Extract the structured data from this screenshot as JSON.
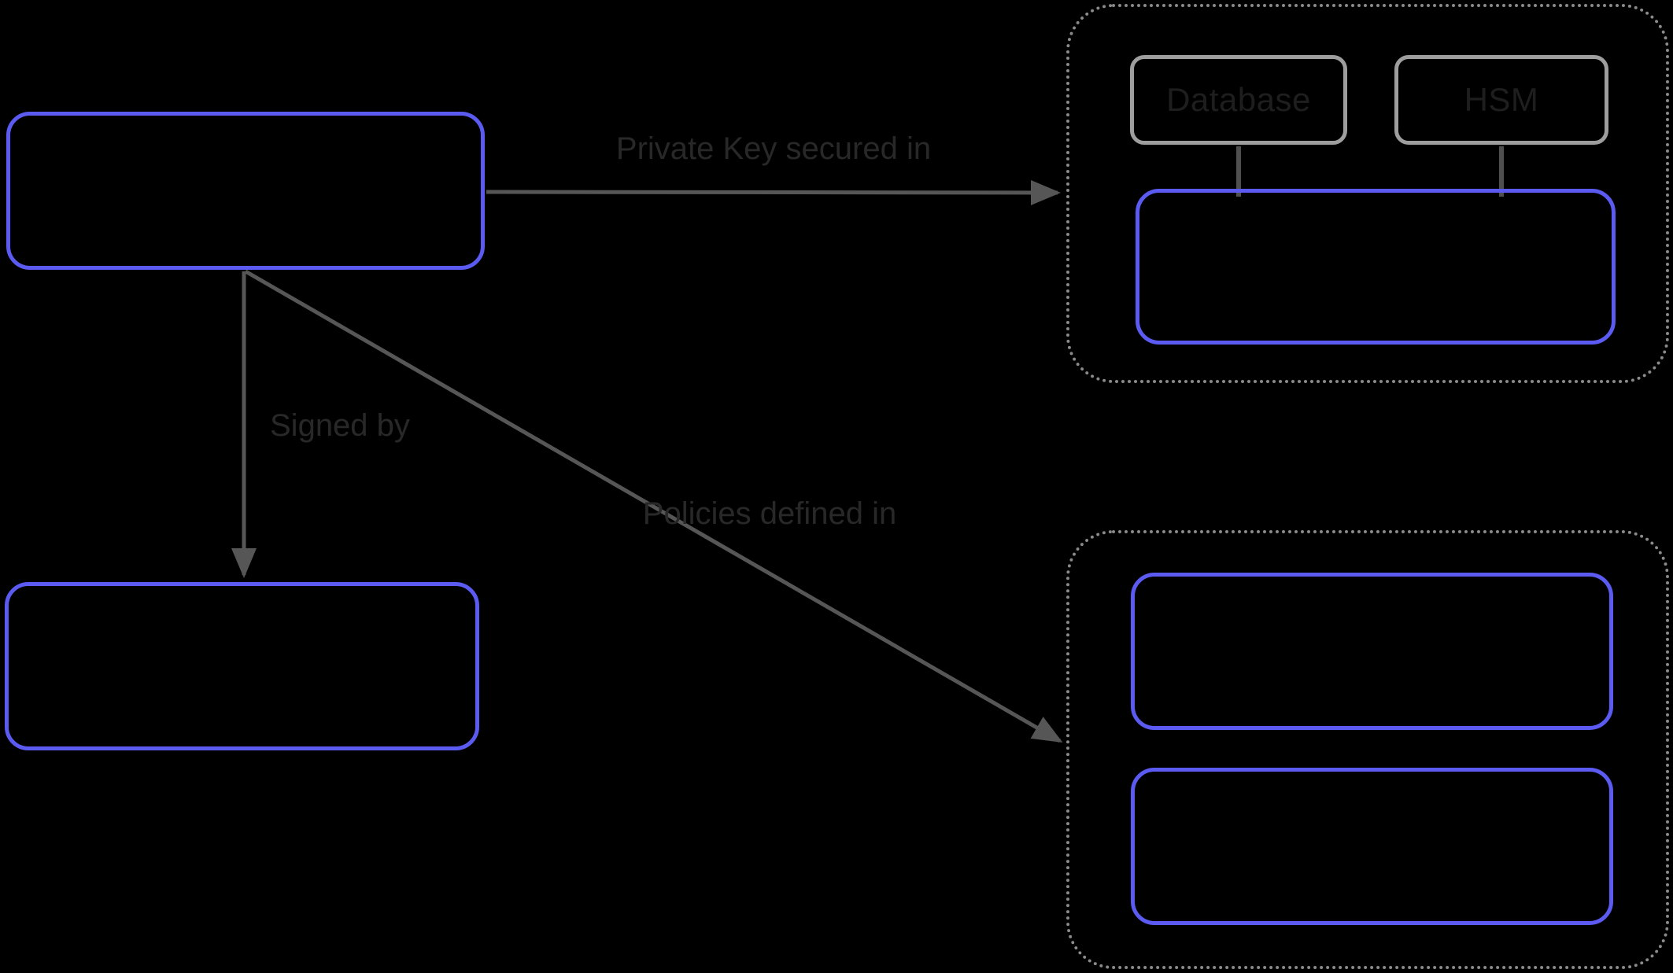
{
  "diagram": {
    "background_color": "#000000",
    "accent_blue": "#5b5bf2",
    "gray_node_border_color": "#9e9e9e",
    "dotted_container_border_color": "#8a8a8a",
    "arrow_color": "#565656",
    "edge_label_color": "#282828",
    "node_label_color": "#1e1e1e",
    "nodes": {
      "database": {
        "label": "Database"
      },
      "hsm": {
        "label": "HSM"
      }
    },
    "edges": {
      "private_key": {
        "label": "Private Key secured in"
      },
      "signed_by": {
        "label": "Signed by"
      },
      "policies": {
        "label": "Policies defined in"
      }
    }
  }
}
